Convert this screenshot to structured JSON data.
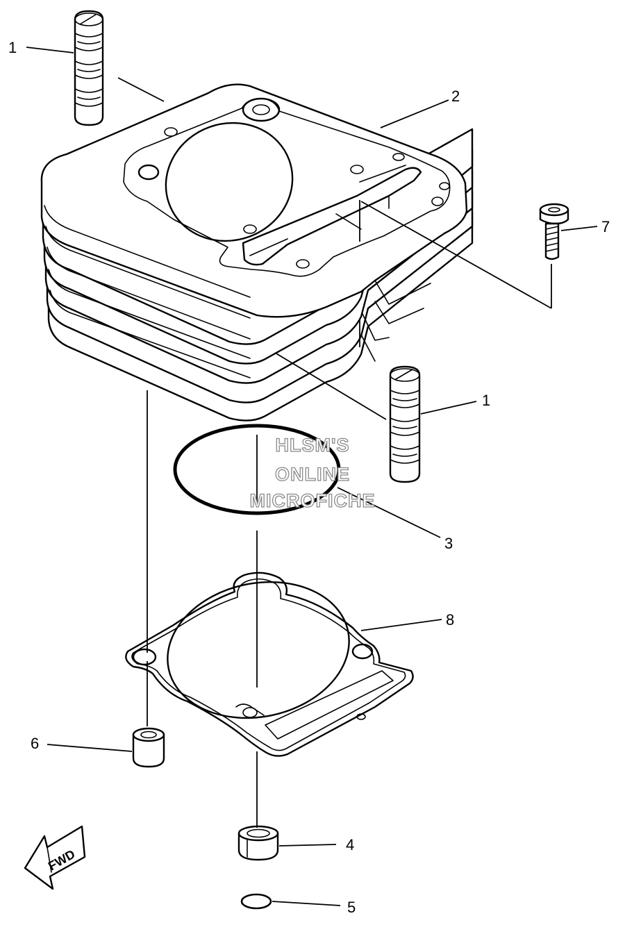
{
  "callouts": {
    "c1_top": "1",
    "c2": "2",
    "c7": "7",
    "c1_mid": "1",
    "c3": "3",
    "c8": "8",
    "c6": "6",
    "c4": "4",
    "c5": "5"
  },
  "watermark": {
    "line1": "HLSM'S",
    "line2": "ONLINE",
    "line3": "MICROFICHE"
  },
  "direction_marker": {
    "label": "FWD"
  }
}
